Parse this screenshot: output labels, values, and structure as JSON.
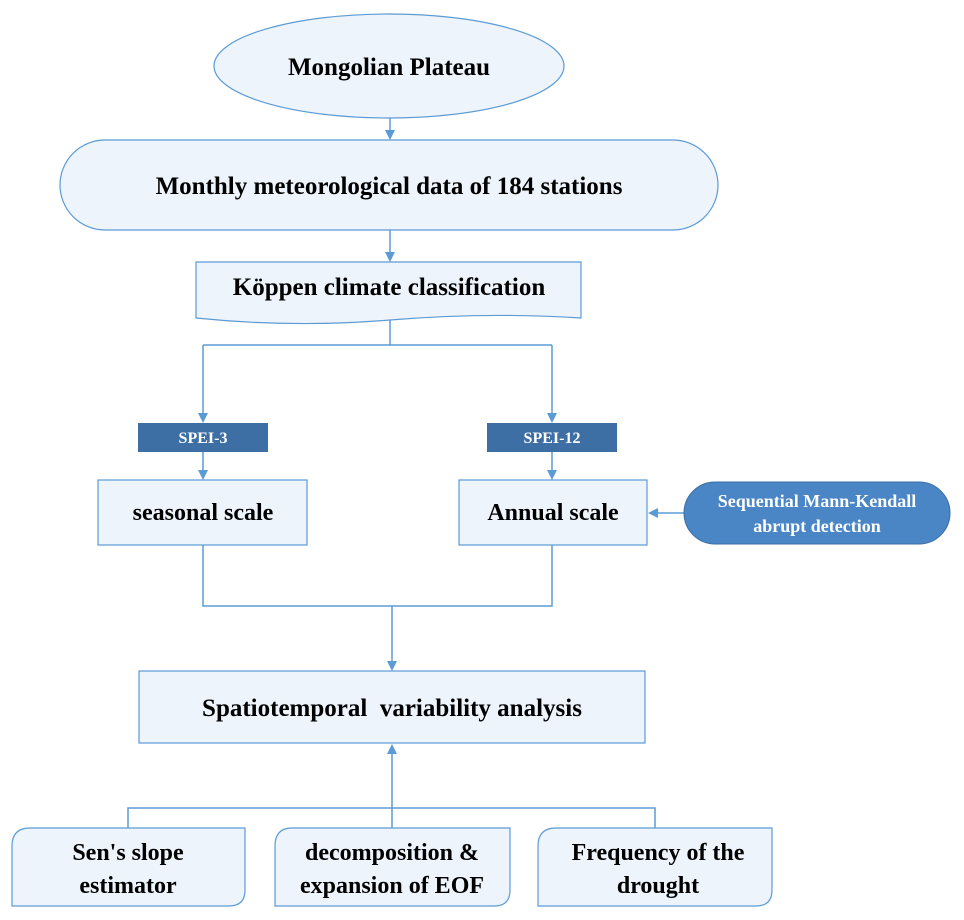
{
  "nodes": {
    "plateau": "Mongolian Plateau",
    "meteo": "Monthly meteorological data of 184 stations",
    "koppen": "Köppen climate classification",
    "spei3": "SPEI-3",
    "spei12": "SPEI-12",
    "seasonal": "seasonal scale",
    "annual": "Annual scale",
    "mk_line1": "Sequential Mann-Kendall",
    "mk_line2": "abrupt detection",
    "spatio": "Spatiotemporal  variability analysis",
    "sen_line1": "Sen's slope",
    "sen_line2": "estimator",
    "eof_line1": "decomposition &",
    "eof_line2": "expansion of EOF",
    "freq_line1": "Frequency of the",
    "freq_line2": "drought"
  },
  "colors": {
    "node_fill": "#edf4fc",
    "node_stroke": "#5b9bd5",
    "tag_fill": "#3d6fa5",
    "highlight_fill": "#4a86c5"
  }
}
